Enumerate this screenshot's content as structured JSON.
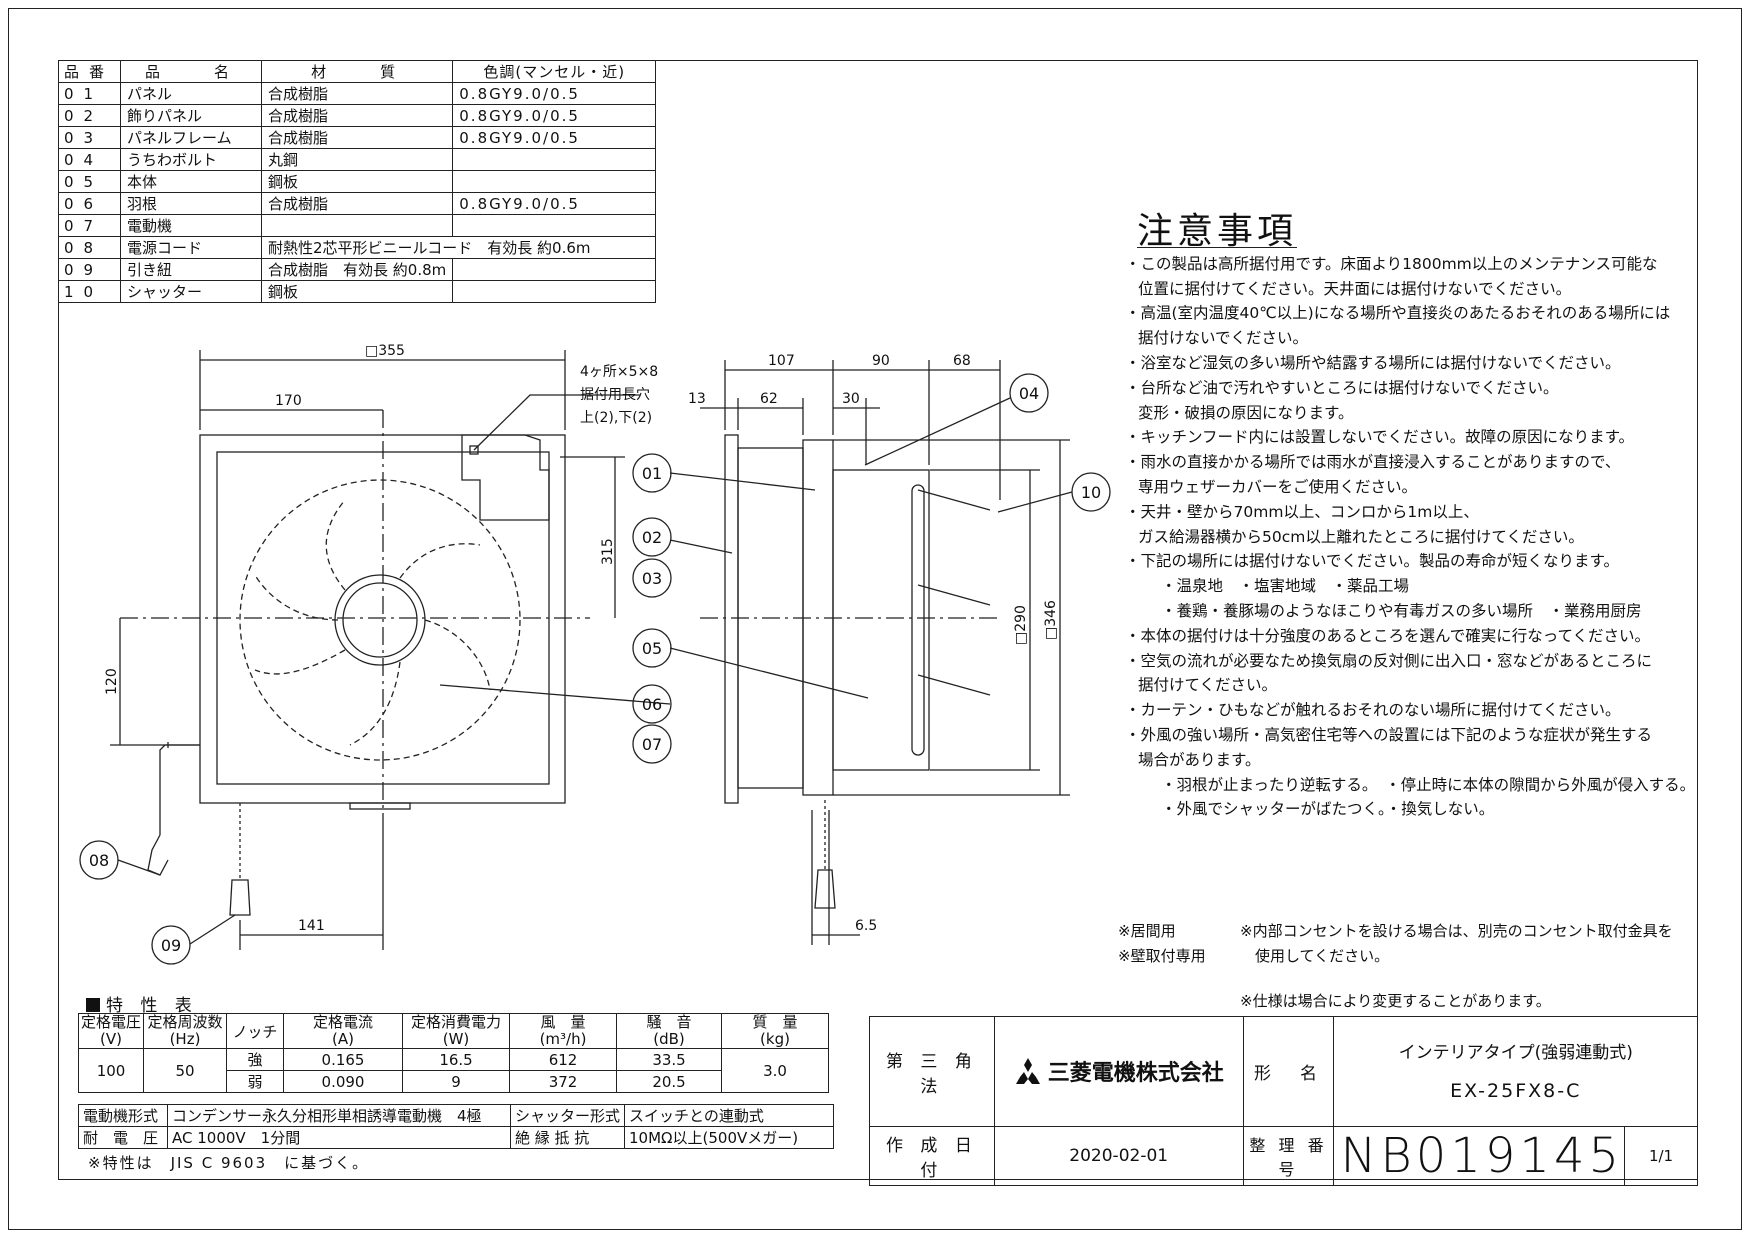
{
  "parts_table": {
    "headers": [
      "品番",
      "品　　名",
      "材　　質",
      "色調(マンセル・近)"
    ],
    "rows": [
      {
        "no": "01",
        "name": "パネル",
        "material": "合成樹脂",
        "color": "0.8GY9.0/0.5"
      },
      {
        "no": "02",
        "name": "飾りパネル",
        "material": "合成樹脂",
        "color": "0.8GY9.0/0.5"
      },
      {
        "no": "03",
        "name": "パネルフレーム",
        "material": "合成樹脂",
        "color": "0.8GY9.0/0.5"
      },
      {
        "no": "04",
        "name": "うちわボルト",
        "material": "丸鋼",
        "color": ""
      },
      {
        "no": "05",
        "name": "本体",
        "material": "鋼板",
        "color": ""
      },
      {
        "no": "06",
        "name": "羽根",
        "material": "合成樹脂",
        "color": "0.8GY9.0/0.5"
      },
      {
        "no": "07",
        "name": "電動機",
        "material": "",
        "color": ""
      },
      {
        "no": "08",
        "name": "電源コード",
        "material": "耐熱性2芯平形ビニールコード　有効長 約0.6m",
        "color": ""
      },
      {
        "no": "09",
        "name": "引き紐",
        "material": "合成樹脂　有効長 約0.8m",
        "color": ""
      },
      {
        "no": "10",
        "name": "シャッター",
        "material": "鋼板",
        "color": ""
      }
    ]
  },
  "front_view": {
    "dim_width": "□355",
    "dim_170": "170",
    "dim_315": "315",
    "dim_120": "120",
    "dim_141": "141",
    "hole_note": [
      "4ヶ所×5×8",
      "据付用長穴",
      "上(2),下(2)"
    ]
  },
  "side_view": {
    "dim_107": "107",
    "dim_90": "90",
    "dim_68": "68",
    "dim_13": "13",
    "dim_62": "62",
    "dim_30": "30",
    "dim_290": "□290",
    "dim_346": "□346",
    "dim_65": "6.5"
  },
  "callouts": [
    "01",
    "02",
    "03",
    "04",
    "05",
    "06",
    "07",
    "08",
    "09",
    "10"
  ],
  "notes": {
    "title": "注意事項",
    "lines": [
      {
        "text": "・この製品は高所据付用です。床面より1800mm以上のメンテナンス可能な",
        "level": 0
      },
      {
        "text": "位置に据付けてください。天井面には据付けないでください。",
        "level": 1
      },
      {
        "text": "・高温(室内温度40℃以上)になる場所や直接炎のあたるおそれのある場所には",
        "level": 0
      },
      {
        "text": "据付けないでください。",
        "level": 1
      },
      {
        "text": "・浴室など湿気の多い場所や結露する場所には据付けないでください。",
        "level": 0
      },
      {
        "text": "・台所など油で汚れやすいところには据付けないでください。",
        "level": 0
      },
      {
        "text": "変形・破損の原因になります。",
        "level": 1
      },
      {
        "text": "・キッチンフード内には設置しないでください。故障の原因になります。",
        "level": 0
      },
      {
        "text": "・雨水の直接かかる場所では雨水が直接浸入することがありますので、",
        "level": 0
      },
      {
        "text": "専用ウェザーカバーをご使用ください。",
        "level": 1
      },
      {
        "text": "・天井・壁から70mm以上、コンロから1m以上、",
        "level": 0
      },
      {
        "text": "ガス給湯器横から50cm以上離れたところに据付けてください。",
        "level": 1
      },
      {
        "text": "・下記の場所には据付けないでください。製品の寿命が短くなります。",
        "level": 0
      },
      {
        "text": "・温泉地　・塩害地域　・薬品工場",
        "level": 2
      },
      {
        "text": "・養鶏・養豚場のようなほこりや有毒ガスの多い場所　・業務用厨房",
        "level": 2
      },
      {
        "text": "・本体の据付けは十分強度のあるところを選んで確実に行なってください。",
        "level": 0
      },
      {
        "text": "・空気の流れが必要なため換気扇の反対側に出入口・窓などがあるところに",
        "level": 0
      },
      {
        "text": "据付けてください。",
        "level": 1
      },
      {
        "text": "・カーテン・ひもなどが触れるおそれのない場所に据付けてください。",
        "level": 0
      },
      {
        "text": "・外風の強い場所・高気密住宅等への設置には下記のような症状が発生する",
        "level": 0
      },
      {
        "text": "場合があります。",
        "level": 1
      },
      {
        "text": "・羽根が止まったり逆転する。　・停止時に本体の隙間から外風が侵入する。",
        "level": 2
      },
      {
        "text": "・外風でシャッターがばたつく。・換気しない。",
        "level": 2
      }
    ]
  },
  "misc": {
    "kyoma": "※居間用",
    "kabe": "※壁取付専用",
    "consent1": "※内部コンセントを設ける場合は、別売のコンセント取付金具を",
    "consent2": "使用してください。",
    "spec_change": "※仕様は場合により変更することがあります。"
  },
  "spec_table": {
    "title": "特 性 表",
    "headers": {
      "voltage": [
        "定格電圧",
        "(V)"
      ],
      "freq": [
        "定格周波数",
        "(Hz)"
      ],
      "notch": "ノッチ",
      "current": [
        "定格電流",
        "(A)"
      ],
      "power": [
        "定格消費電力",
        "(W)"
      ],
      "airflow": [
        "風　量",
        "(m³/h)"
      ],
      "noise": [
        "騒　音",
        "(dB)"
      ],
      "mass": [
        "質　量",
        "(kg)"
      ]
    },
    "voltage": "100",
    "freq": "50",
    "mass": "3.0",
    "rows": [
      {
        "notch": "強",
        "current": "0.165",
        "power": "16.5",
        "airflow": "612",
        "noise": "33.5"
      },
      {
        "notch": "弱",
        "current": "0.090",
        "power": "9",
        "airflow": "372",
        "noise": "20.5"
      }
    ],
    "motor_label": "電動機形式",
    "motor_value": "コンデンサー永久分相形単相誘導電動機　4極",
    "shutter_label": "シャッター形式",
    "shutter_value": "スイッチとの連動式",
    "withstand_label": "耐　電　圧",
    "withstand_value": "AC 1000V　1分間",
    "insulation_label": "絶 縁 抵 抗",
    "insulation_value": "10MΩ以上(500Vメガー)",
    "footnote": "※特性は　JIS C 9603　に基づく。"
  },
  "title_block": {
    "projection": "第 三 角 法",
    "company": "三菱電機株式会社",
    "model_label": "形　名",
    "product_type": "インテリアタイプ(強弱連動式)",
    "model": "EX-25FX8-C",
    "date_label": "作 成 日 付",
    "date": "2020-02-01",
    "number_label": "整 理 番 号",
    "number": "NB019145",
    "sheet": "1/1"
  }
}
